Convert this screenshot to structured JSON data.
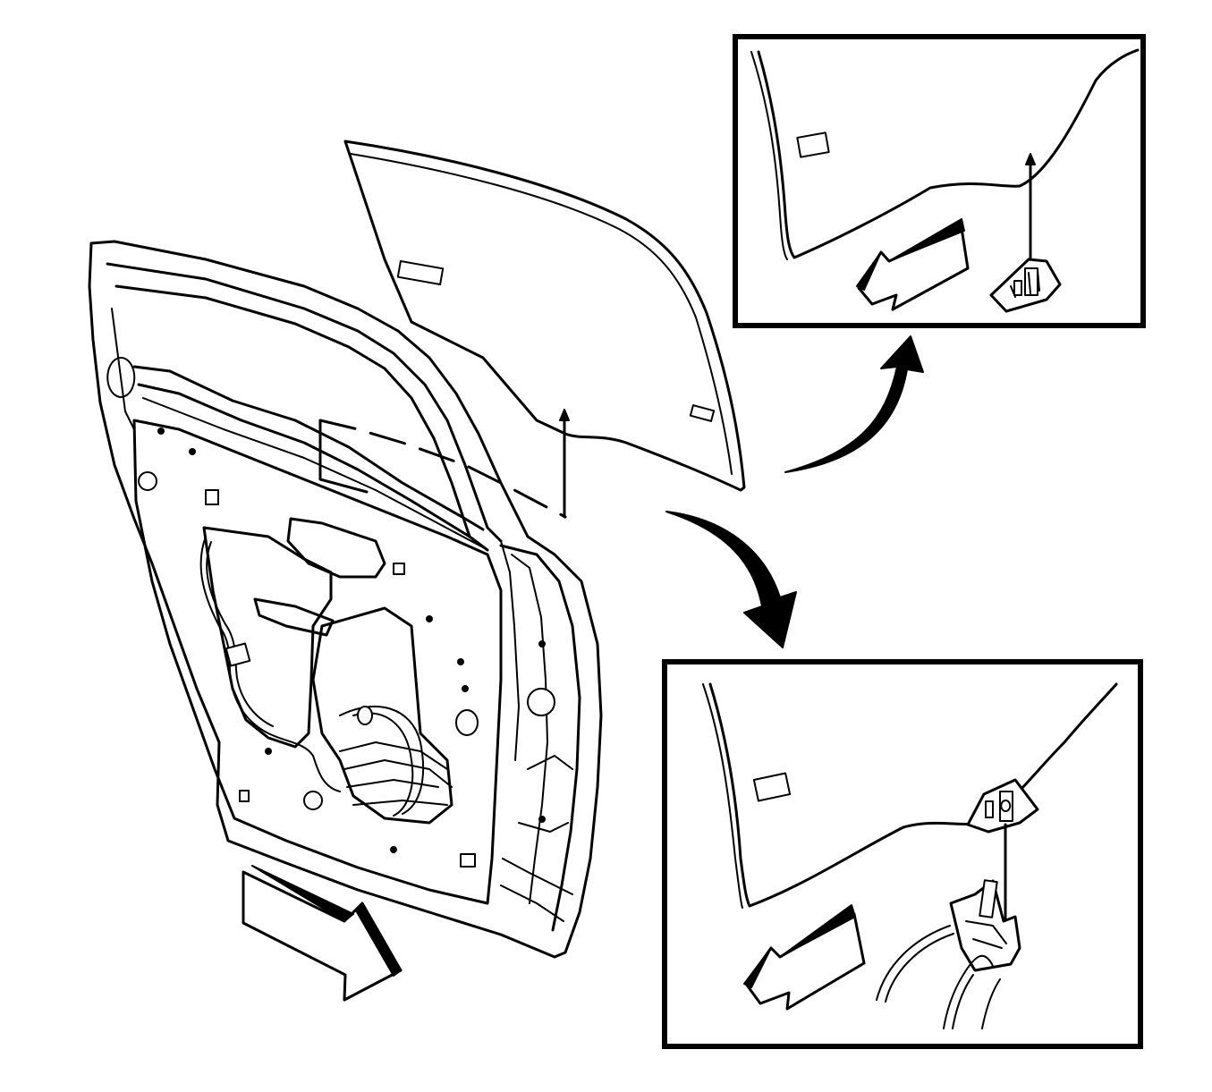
{
  "figure": {
    "type": "exploded service illustration",
    "components": [
      "rear-door-frame",
      "window-glass",
      "glass-regulator-clip"
    ],
    "detail_views": [
      {
        "id": "top-detail",
        "arrow": "curved-arrow-up"
      },
      {
        "id": "bottom-detail",
        "arrow": "curved-arrow-down"
      }
    ],
    "direction_arrows": [
      "arrow-forward",
      "arrow-rearward",
      "arrow-rearward"
    ],
    "colors": {
      "line": "#000000",
      "fill": "#ffffff",
      "arrow": "#000000"
    }
  }
}
